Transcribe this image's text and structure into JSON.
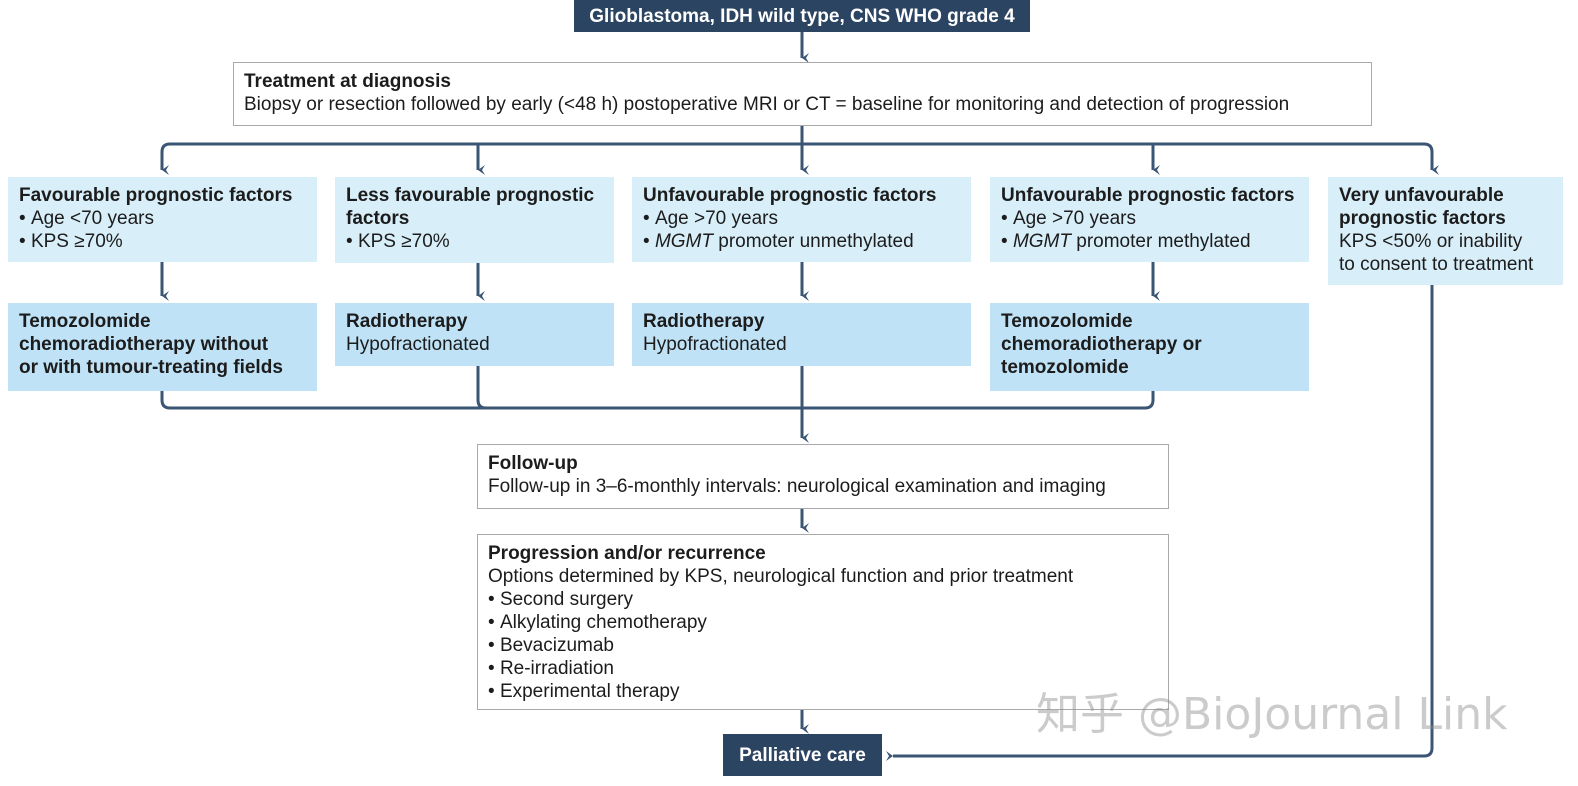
{
  "header": {
    "title": "Glioblastoma, IDH wild type, CNS WHO grade 4"
  },
  "diagnosis": {
    "title": "Treatment at diagnosis",
    "text": "Biopsy or resection followed by early (<48 h) postoperative MRI or CT = baseline for monitoring and detection of progression"
  },
  "factors": [
    {
      "title": "Favourable prognostic factors",
      "items": [
        "Age <70 years",
        "KPS ≥70%"
      ]
    },
    {
      "title_line1": "Less favourable prognostic",
      "title_line2": "factors",
      "items": [
        "KPS ≥70%"
      ]
    },
    {
      "title": "Unfavourable prognostic factors",
      "items": [
        {
          "em": "MGMT",
          "rest": " promoter unmethylated"
        }
      ],
      "first_item": "Age >70 years"
    },
    {
      "title": "Unfavourable prognostic factors",
      "items": [
        {
          "em": "MGMT",
          "rest": " promoter methylated"
        }
      ],
      "first_item": "Age >70 years"
    },
    {
      "title_line1": "Very unfavourable",
      "title_line2": "prognostic factors",
      "text_line1": "KPS <50% or inability",
      "text_line2": "to consent to treatment"
    }
  ],
  "treatments": [
    {
      "lines": [
        "Temozolomide",
        "chemoradiotherapy without",
        "or with tumour-treating fields"
      ]
    },
    {
      "title": "Radiotherapy",
      "text": "Hypofractionated"
    },
    {
      "title": "Radiotherapy",
      "text": "Hypofractionated"
    },
    {
      "lines": [
        "Temozolomide",
        "chemoradiotherapy or",
        "temozolomide"
      ]
    }
  ],
  "followup": {
    "title": "Follow-up",
    "text": "Follow-up in 3–6-monthly intervals: neurological examination and imaging"
  },
  "progression": {
    "title": "Progression and/or recurrence",
    "text": "Options determined by KPS, neurological function and prior treatment",
    "options": [
      "Second surgery",
      "Alkylating chemotherapy",
      "Bevacizumab",
      "Re-irradiation",
      "Experimental therapy"
    ]
  },
  "palliative": {
    "title": "Palliative care"
  },
  "watermark": "知乎 @BioJournal Link",
  "colors": {
    "dark": "#2b4462",
    "light_box": "#d8eef9",
    "treatment_box": "#bfe2f6",
    "connector": "#3b5574"
  }
}
